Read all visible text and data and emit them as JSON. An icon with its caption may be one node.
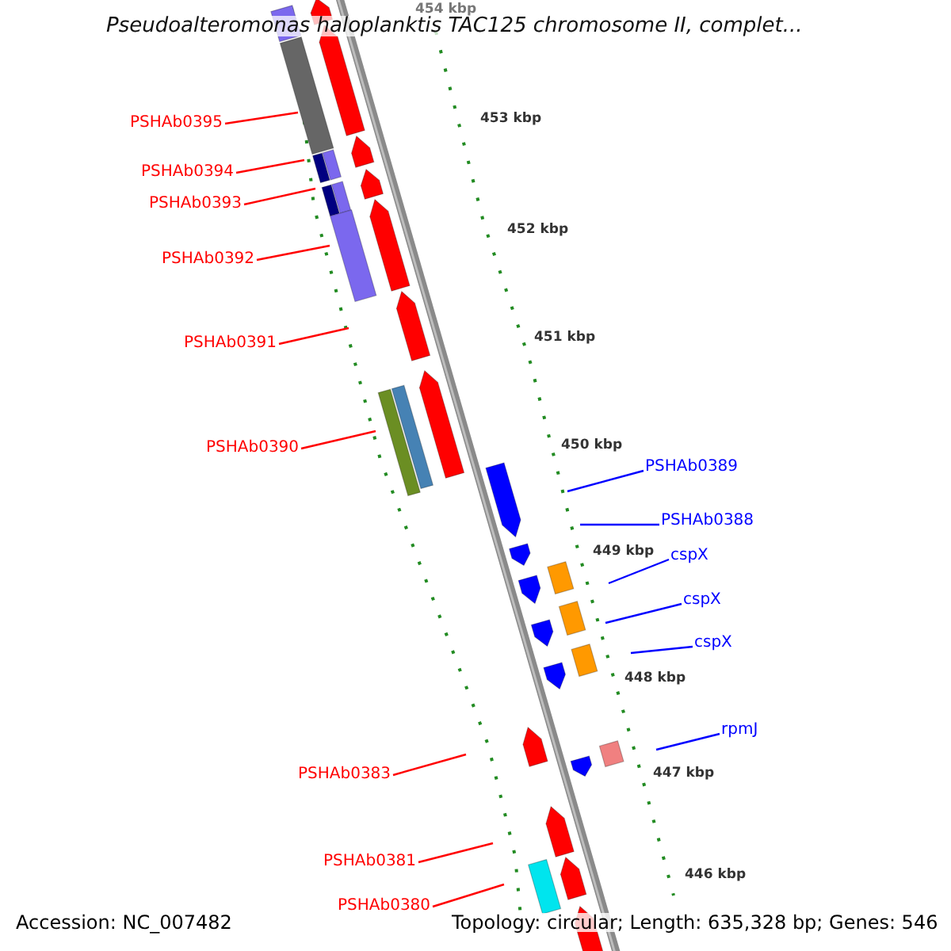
{
  "diagram": {
    "title": "Pseudoalteromonas haloplanktis TAC125 chromosome II, complet...",
    "nodes": [
      {
        "text": [
          "PSHAb0395"
        ]
      },
      {
        "text": [
          "PSHAb0394"
        ]
      },
      {
        "text": [
          "PSHAb0393"
        ]
      },
      {
        "text": [
          "PSHAb0392"
        ]
      },
      {
        "text": [
          "PSHAb0391"
        ]
      },
      {
        "text": [
          "PSHAb0390"
        ]
      },
      {
        "text": [
          "PSHAb0389"
        ]
      },
      {
        "text": [
          "PSHAb0388"
        ]
      },
      {
        "text": [
          "cspX"
        ]
      },
      {
        "text": [
          "cspX"
        ]
      },
      {
        "text": [
          "cspX"
        ]
      },
      {
        "text": [
          "rpmJ"
        ]
      },
      {
        "text": [
          "PSHAb0383"
        ]
      },
      {
        "text": [
          "PSHAb0381"
        ]
      },
      {
        "text": [
          "PSHAb0380"
        ]
      }
    ],
    "edges": [
      {
        "from": 0,
        "to": null,
        "arrow": "none"
      },
      {
        "from": 1,
        "to": null,
        "arrow": "none"
      },
      {
        "from": 2,
        "to": null,
        "arrow": "none"
      },
      {
        "from": 3,
        "to": null,
        "arrow": "none"
      },
      {
        "from": 4,
        "to": null,
        "arrow": "none"
      },
      {
        "from": 5,
        "to": null,
        "arrow": "none"
      },
      {
        "from": 6,
        "to": null,
        "arrow": "none",
        "color": "#0000ff"
      },
      {
        "from": 7,
        "to": null,
        "arrow": "none",
        "color": "#0000ff"
      },
      {
        "from": 8,
        "to": null,
        "arrow": "none",
        "color": "#0000ff"
      },
      {
        "from": 9,
        "to": null,
        "arrow": "none",
        "color": "#0000ff"
      },
      {
        "from": 10,
        "to": null,
        "arrow": "none",
        "color": "#0000ff"
      },
      {
        "from": 11,
        "to": null,
        "arrow": "none",
        "color": "#0000ff"
      },
      {
        "from": 12,
        "to": null,
        "arrow": "none"
      },
      {
        "from": 13,
        "to": null,
        "arrow": "none"
      },
      {
        "from": 14,
        "to": null,
        "arrow": "none"
      }
    ],
    "labels": [
      "454 kbp",
      "453 kbp",
      "452 kbp",
      "451 kbp",
      "450 kbp",
      "449 kbp",
      "448 kbp",
      "447 kbp",
      "446 kbp",
      "Accession: NC_007482",
      "Topology: circular; Length: 635,328 bp; Genes: 546"
    ]
  }
}
